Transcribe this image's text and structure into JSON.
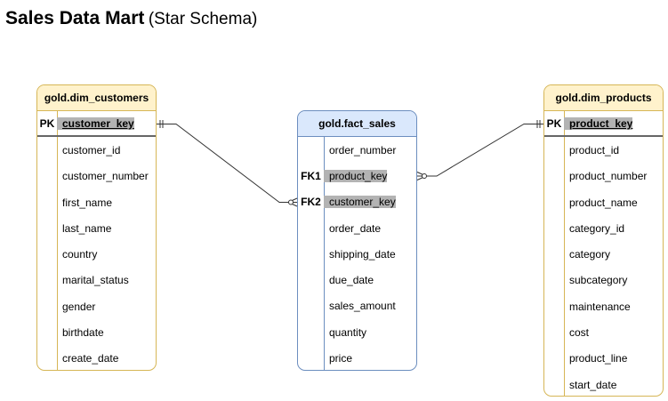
{
  "title": {
    "main": "Sales Data Mart",
    "sub": "(Star Schema)"
  },
  "tables": {
    "dim_customers": {
      "name": "gold.dim_customers",
      "pk_label": "PK",
      "pk_field": "customer_key",
      "fields": [
        "customer_id",
        "customer_number",
        "first_name",
        "last_name",
        "country",
        "marital_status",
        "gender",
        "birthdate",
        "create_date"
      ]
    },
    "fact_sales": {
      "name": "gold.fact_sales",
      "rows": [
        {
          "key": "",
          "field": "order_number"
        },
        {
          "key": "FK1",
          "field": "product_key"
        },
        {
          "key": "FK2",
          "field": "customer_key"
        },
        {
          "key": "",
          "field": "order_date"
        },
        {
          "key": "",
          "field": "shipping_date"
        },
        {
          "key": "",
          "field": "due_date"
        },
        {
          "key": "",
          "field": "sales_amount"
        },
        {
          "key": "",
          "field": "quantity"
        },
        {
          "key": "",
          "field": "price"
        }
      ]
    },
    "dim_products": {
      "name": "gold.dim_products",
      "pk_label": "PK",
      "pk_field": "product_key",
      "fields": [
        "product_id",
        "product_number",
        "product_name",
        "category_id",
        "category",
        "subcategory",
        "maintenance",
        "cost",
        "product_line",
        "start_date"
      ]
    }
  },
  "colors": {
    "dim_fill": "#fff2cc",
    "dim_stroke": "#d6b656",
    "fact_fill": "#dae8fc",
    "fact_stroke": "#6c8ebf",
    "key_highlight": "#b3b3b3"
  }
}
